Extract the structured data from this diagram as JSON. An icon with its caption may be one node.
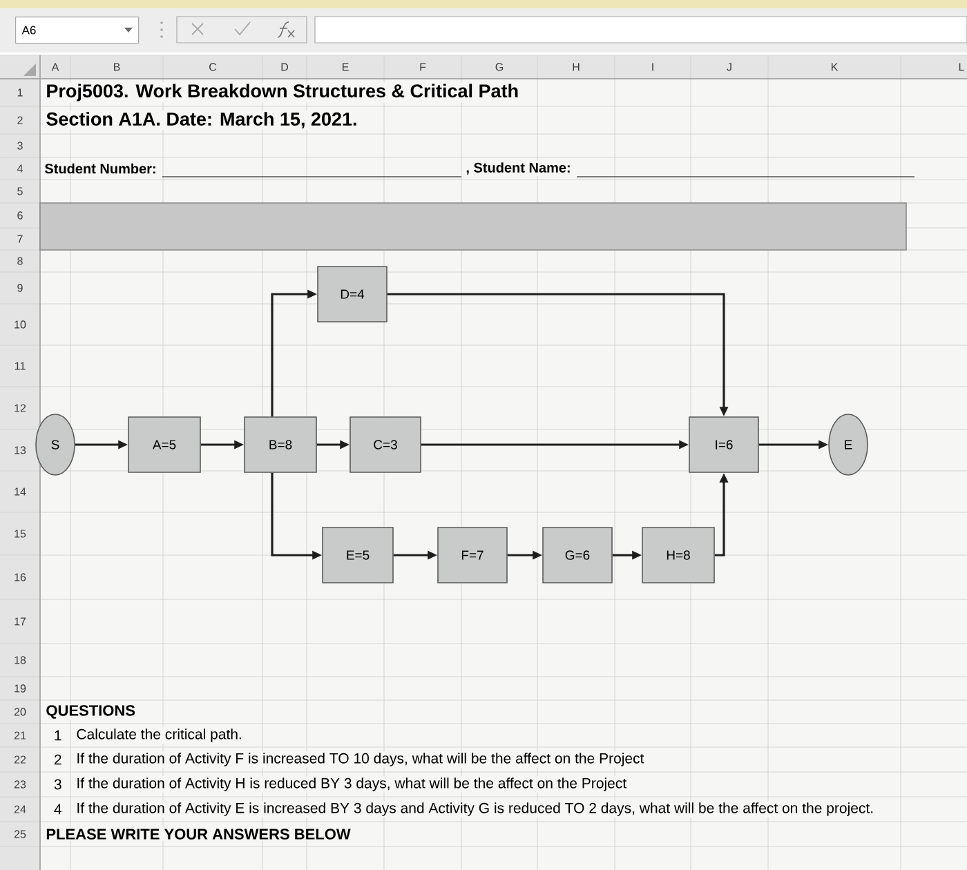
{
  "diagram": {
    "title": "Proj5003. Work Breakdown Structures & Critical Path",
    "nodes": [
      {
        "text": [],
        "shape": "bar"
      },
      {
        "text": [
          "S"
        ]
      },
      {
        "text": [
          "A=5"
        ]
      },
      {
        "text": [
          "B=8"
        ]
      },
      {
        "text": [
          "C=3"
        ]
      },
      {
        "text": [
          "D=4"
        ]
      },
      {
        "text": [
          "E=5"
        ]
      },
      {
        "text": [
          "F=7"
        ]
      },
      {
        "text": [
          "G=6"
        ]
      },
      {
        "text": [
          "H=8"
        ]
      },
      {
        "text": [
          "I=6"
        ]
      },
      {
        "text": [
          "E"
        ]
      }
    ],
    "edges": [
      {
        "from": 1,
        "to": 2,
        "arrow": "to"
      },
      {
        "from": 2,
        "to": 3,
        "arrow": "to"
      },
      {
        "from": 3,
        "to": 5,
        "arrow": "to"
      },
      {
        "from": 3,
        "to": 4,
        "arrow": "to"
      },
      {
        "from": 3,
        "to": 6,
        "arrow": "to"
      },
      {
        "from": 4,
        "to": 10,
        "arrow": "to"
      },
      {
        "from": 5,
        "to": 10,
        "arrow": "to"
      },
      {
        "from": 6,
        "to": 7,
        "arrow": "to"
      },
      {
        "from": 7,
        "to": 8,
        "arrow": "to"
      },
      {
        "from": 8,
        "to": 9,
        "arrow": "to"
      },
      {
        "from": 9,
        "to": 10,
        "arrow": "to"
      },
      {
        "from": 10,
        "to": 11,
        "arrow": "to"
      }
    ],
    "labels": [
      "A6",
      "A",
      "B",
      "C",
      "D",
      "E",
      "F",
      "G",
      "H",
      "I",
      "J",
      "K",
      "L",
      "1",
      "2",
      "3",
      "4",
      "5",
      "6",
      "7",
      "8",
      "9",
      "10",
      "11",
      "12",
      "13",
      "14",
      "15",
      "16",
      "17",
      "18",
      "19",
      "20",
      "21",
      "22",
      "23",
      "24",
      "25",
      "Section A1A. Date: March 15, 2021.",
      "Student Number:",
      ", Student Name:",
      "QUESTIONS",
      "1",
      "Calculate the critical path.",
      "2",
      "If the duration of Activity F is increased TO 10 days, what will be the affect on the Project",
      "3",
      "If the duration of Activity H is reduced BY 3 days, what will be the affect on the Project",
      "4",
      "If the duration of Activity E is increased BY 3 days and Activity G is reduced TO 2 days, what will be the affect on the project.",
      "PLEASE WRITE YOUR ANSWERS BELOW"
    ]
  }
}
